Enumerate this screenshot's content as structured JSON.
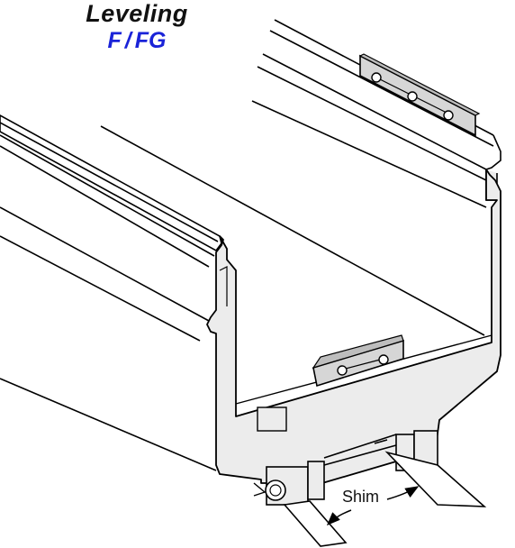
{
  "title": {
    "line1": "Leveling",
    "model_a": "F",
    "separator": "/",
    "model_b": "FG"
  },
  "callouts": {
    "shim": "Shim"
  },
  "colors": {
    "title_text": "#111111",
    "model_codes": "#1a23d8",
    "channel_fill": "#ececec",
    "outline": "#000000"
  }
}
